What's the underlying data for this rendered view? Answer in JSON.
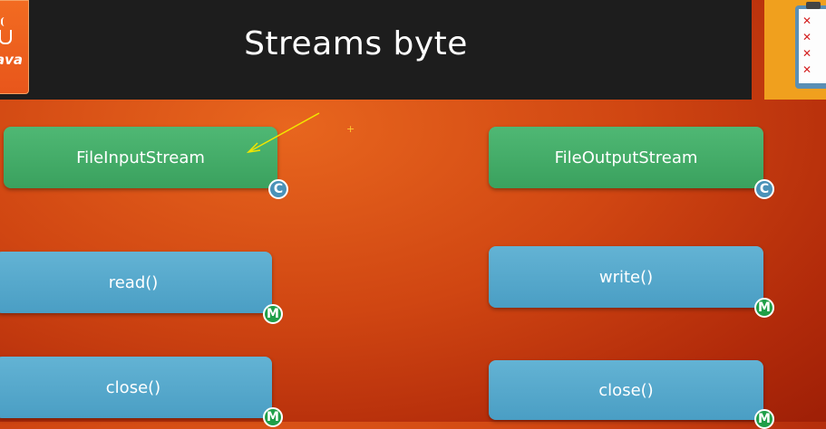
{
  "title": "Streams byte",
  "logo": {
    "text": "ava"
  },
  "classes": {
    "input": {
      "label": "FileInputStream",
      "badge": "C"
    },
    "output": {
      "label": "FileOutputStream",
      "badge": "C"
    }
  },
  "methods": {
    "read": {
      "label": "read()",
      "badge": "M"
    },
    "write": {
      "label": "write()",
      "badge": "M"
    },
    "close_left": {
      "label": "close()",
      "badge": "M"
    },
    "close_right": {
      "label": "close()",
      "badge": "M"
    }
  },
  "colors": {
    "class_box": "#3aa15e",
    "method_box": "#4a9ec4",
    "class_badge": "#4a92b8",
    "method_badge": "#1f9f48",
    "annotation_arrow": "#f2e600"
  }
}
